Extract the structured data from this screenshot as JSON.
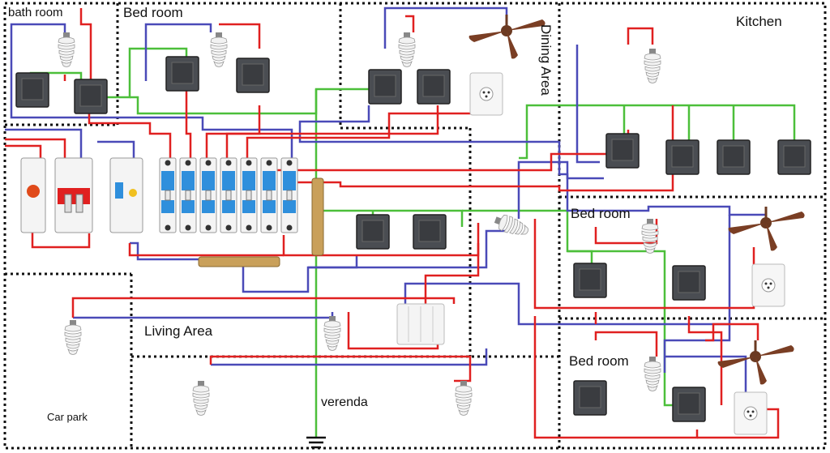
{
  "rooms": {
    "bath_room": "bath room",
    "bed_room_top": "Bed room",
    "dining_area": "Dining Area",
    "kitchen": "Kitchen",
    "bed_room_mid": "Bed room",
    "bed_room_low": "Bed room",
    "living_area": "Living Area",
    "car_park": "Car park",
    "veranda": "verenda"
  },
  "colors": {
    "live_wire": "#e02020",
    "neutral_wire": "#4a4ab8",
    "earth_wire": "#4cbf3a",
    "room_border": "#111111",
    "switch_body": "#4a4d52",
    "breaker_blue": "#2f8fdc"
  },
  "icons": [
    "bulb-icon",
    "ceiling-fan-icon",
    "switch-icon",
    "socket-icon",
    "circuit-breaker-icon",
    "ground-symbol-icon"
  ]
}
